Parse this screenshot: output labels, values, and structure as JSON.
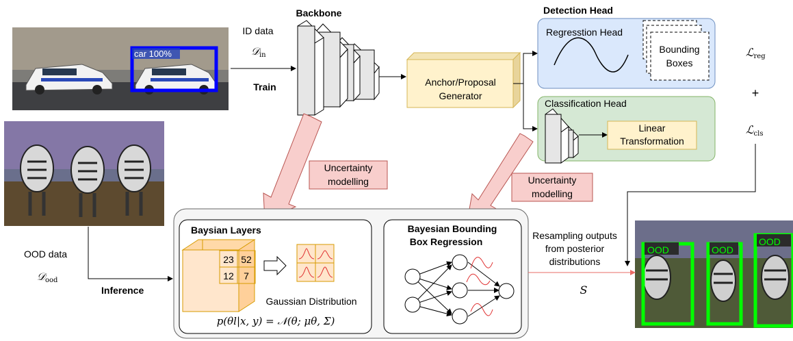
{
  "photos": {
    "police_car": {
      "description": "photo of police car",
      "detection_label": "car 100%"
    },
    "zebras": {
      "description": "photo of zebras"
    },
    "output": {
      "description": "zebras with OOD detections",
      "box_labels": [
        "OOD",
        "OOD",
        "OOD"
      ]
    }
  },
  "input": {
    "id_label": "ID data",
    "id_symbol": "𝒟",
    "id_sub": "in",
    "train_label": "Train",
    "ood_label": "OOD data",
    "ood_symbol": "𝒟",
    "ood_sub": "ood",
    "inference_label": "Inference"
  },
  "backbone": {
    "title": "Backbone"
  },
  "anchor": {
    "line1": "Anchor/Proposal",
    "line2": "Generator"
  },
  "detection_head": {
    "title": "Detection Head",
    "regression_title": "Regresstion Head",
    "bbox_line1": "Bounding",
    "bbox_line2": "Boxes",
    "classification_title": "Classification Head",
    "linear_line1": "Linear",
    "linear_line2": "Transformation"
  },
  "losses": {
    "reg_symbol": "ℒ",
    "reg_sub": "reg",
    "plus": "+",
    "cls_symbol": "ℒ",
    "cls_sub": "cls"
  },
  "uncertainty": [
    {
      "line1": "Uncertainty",
      "line2": "modelling"
    },
    {
      "line1": "Uncertainty",
      "line2": "modelling"
    }
  ],
  "bayes_layers": {
    "title": "Baysian Layers",
    "cells": [
      "23",
      "52",
      "12",
      "7"
    ],
    "gaussian_label": "Gaussian Distribution",
    "formula": "p(θl|x, y) = 𝒩(θ; μθ, Σ)"
  },
  "bayes_bbox": {
    "line1": "Bayesian Bounding",
    "line2": "Box Regression"
  },
  "resample": {
    "line1": "Resampling outputs",
    "line2": "from posterior",
    "line3": "distributions",
    "symbol": "S"
  },
  "colors": {
    "regression_fill": "#dae8fc",
    "regression_stroke": "#6c8ebf",
    "classification_fill": "#d5e8d4",
    "classification_stroke": "#82b366",
    "anchor_fill": "#fff2cc",
    "anchor_stroke": "#d6b656",
    "uncertainty_fill": "#f8cecc",
    "uncertainty_stroke": "#b85450",
    "cube_fill": "#ffe6cc",
    "cube_stroke": "#d79b00",
    "ood_box": "#00ff00",
    "car_box": "#0000ff",
    "resample_arrow": "#ea6b66"
  }
}
